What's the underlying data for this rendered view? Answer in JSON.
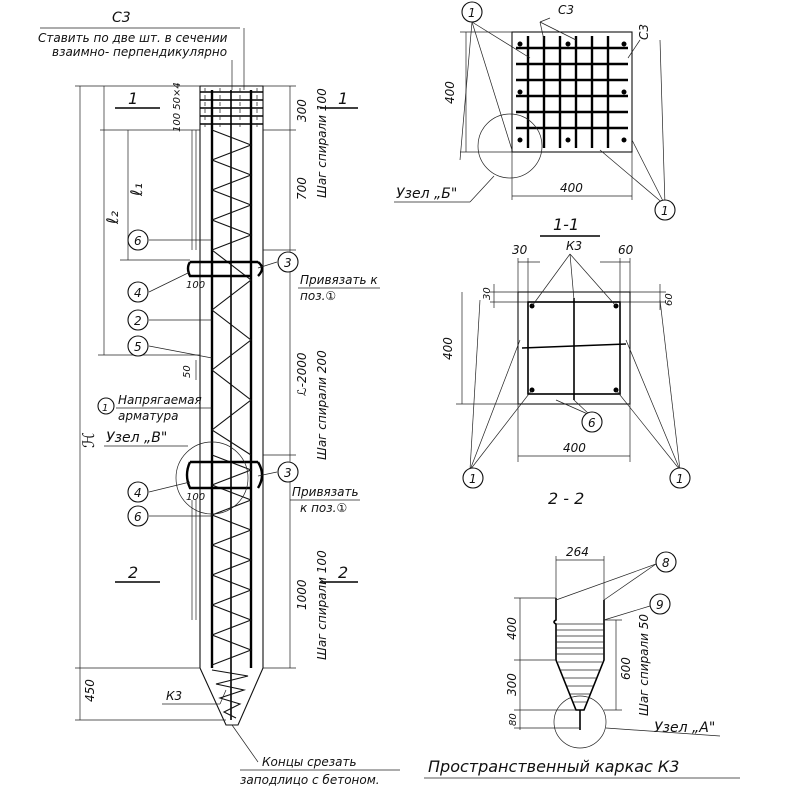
{
  "left_view": {
    "top_note": {
      "label": "С3",
      "line1": "Ставить по две шт. в сечении",
      "line2": "взаимно- перпендикулярно"
    },
    "section_marks": {
      "s1": "1",
      "s2": "2"
    },
    "dims_right": {
      "d300": "300",
      "d700": "700",
      "d2000": "ℒ-2000",
      "d1000": "1000",
      "step100_top": "Шаг спирали 100",
      "step200": "Шаг спирали 200",
      "step100_bottom": "Шаг спирали 100"
    },
    "dims_top_small": "100 50×4",
    "dims_left": {
      "l1": "ℓ₁",
      "l2": "ℓ₂",
      "H": "ℋ",
      "d450": "450"
    },
    "small_dims": {
      "d100a": "100",
      "d100b": "100",
      "d50": "50"
    },
    "callouts": {
      "c6a": "6",
      "c4a": "4",
      "c2": "2",
      "c5": "5",
      "c3a": "3",
      "c1": "1",
      "c3b": "3",
      "c4b": "4",
      "c6b": "6"
    },
    "notes": {
      "attach1_line1": "Привязать к",
      "attach1_line2": "поз.①",
      "attach2_line1": "Привязать",
      "attach2_line2": "к поз.①",
      "prestressed_line1": "Напрягаемая",
      "prestressed_line2": "арматура",
      "node_v": "Узел „В\"",
      "k3": "К3",
      "ends_line1": "Концы срезать",
      "ends_line2": "заподлицо с бетоном."
    }
  },
  "top_section": {
    "c1a": "1",
    "c3_top": "С3",
    "c3_side": "С3",
    "dim_400_v": "400",
    "dim_400_h": "400",
    "node_b": "Узел „Б\"",
    "c1b": "1"
  },
  "section_1_1": {
    "title": "1-1",
    "k3": "К3",
    "d30_h": "30",
    "d60_h": "60",
    "d30_v": "30",
    "d60_v": "60",
    "dim_400_v": "400",
    "dim_400_h": "400",
    "c6": "6",
    "c1a": "1",
    "c1b": "1",
    "subtitle": "2 - 2"
  },
  "frame_k3": {
    "d264": "264",
    "d400": "400",
    "d300": "300",
    "d80": "80",
    "d600": "600",
    "step50": "Шаг спирали 50",
    "c8": "8",
    "c9": "9",
    "node_a": "Узел „А\"",
    "title": "Пространственный каркас К3"
  }
}
